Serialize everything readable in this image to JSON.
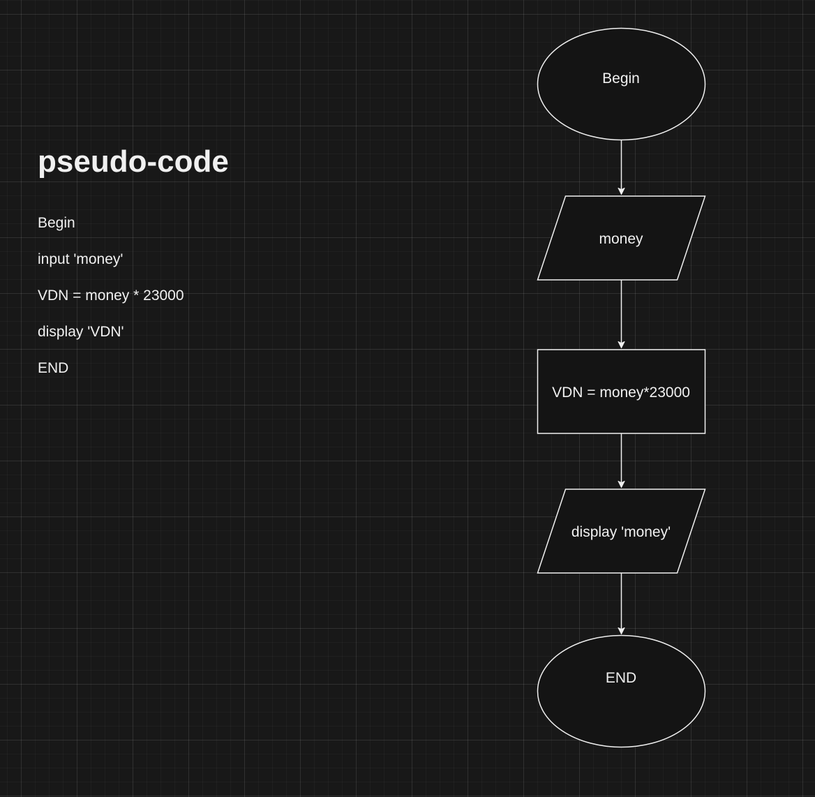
{
  "pseudocode": {
    "title": "pseudo-code",
    "lines": [
      "Begin",
      "input 'money'",
      "VDN = money * 23000",
      "display 'VDN'",
      "END"
    ]
  },
  "flowchart": {
    "start": "Begin",
    "input": "money",
    "process": "VDN = money*23000",
    "output": "display 'money'",
    "end": "END"
  },
  "colors": {
    "background": "#181818",
    "shape_fill": "#141414",
    "stroke": "#f0f0f0",
    "text": "#f0f0f0"
  }
}
